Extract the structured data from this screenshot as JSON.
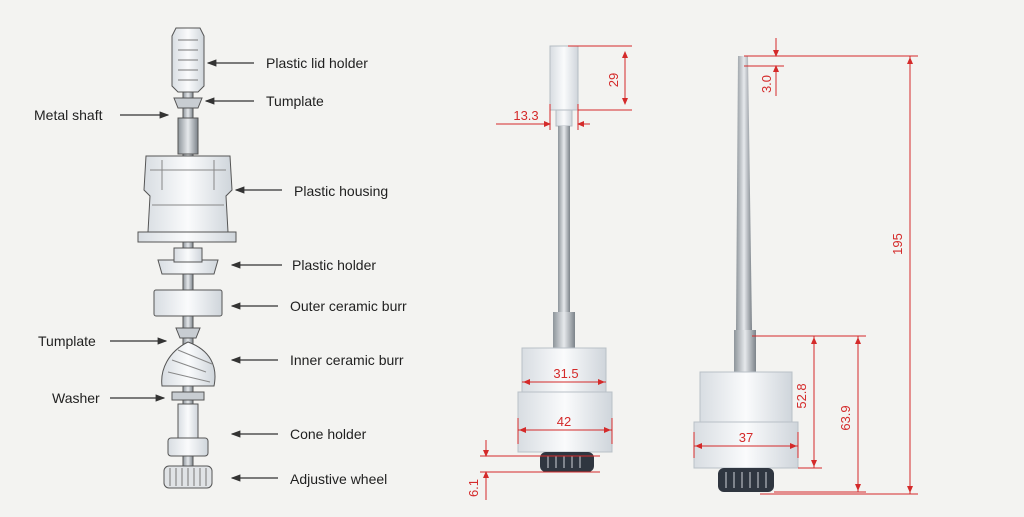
{
  "exploded_view": {
    "labels": {
      "plastic_lid_holder": "Plastic lid holder",
      "tumplate_top": "Tumplate",
      "metal_shaft": "Metal shaft",
      "plastic_housing": "Plastic housing",
      "plastic_holder": "Plastic holder",
      "outer_ceramic_burr": "Outer ceramic burr",
      "tumplate_mid": "Tumplate",
      "inner_ceramic_burr": "Inner ceramic burr",
      "washer": "Washer",
      "cone_holder": "Cone holder",
      "adjustive_wheel": "Adjustive wheel"
    }
  },
  "dimensions": {
    "lid_holder_height": "29",
    "lid_holder_width": "13.3",
    "housing_upper_width": "31.5",
    "housing_lower_width": "42",
    "wheel_height": "6.1",
    "shaft_tip_height": "3.0",
    "total_length": "195",
    "housing_width_right": "37",
    "housing_height_inner": "52.8",
    "housing_height_outer": "63.9"
  },
  "colors": {
    "dimension": "#d42a2a",
    "label_text": "#1f1f1f",
    "background": "#f3f3f1"
  }
}
